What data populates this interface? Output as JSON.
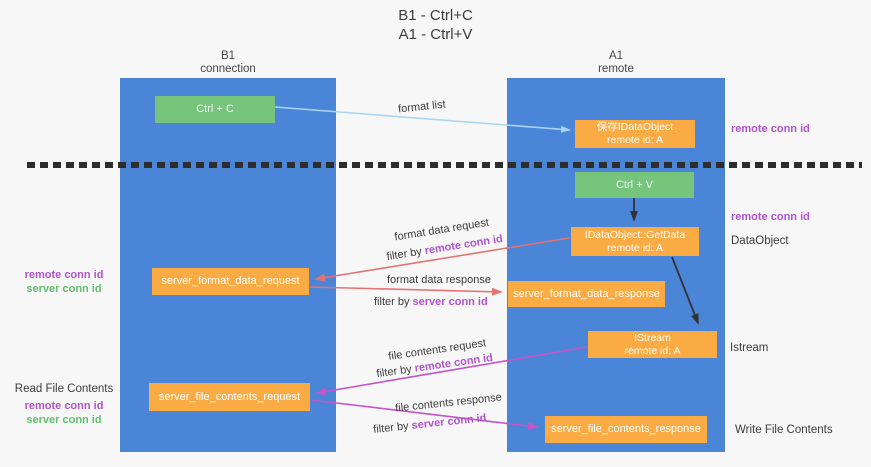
{
  "colors": {
    "background": "#f7f7f8",
    "lifeline_blue": "#4b85d8",
    "node_orange": "#faab44",
    "node_green": "#77c47d",
    "arrow_blue": "#a9d5f2",
    "arrow_red": "#e57272",
    "arrow_magenta": "#c653c8",
    "arrow_black": "#333333",
    "dash_black": "#2d2d2d",
    "text_purple": "#b054cc",
    "text_green": "#62bd6e",
    "text_dark": "#3c3c3c"
  },
  "title": {
    "line1": "B1 - Ctrl+C",
    "line2": "A1 - Ctrl+V"
  },
  "lifelines": {
    "left": {
      "name": "B1",
      "subtitle": "connection"
    },
    "right": {
      "name": "A1",
      "subtitle": "remote"
    }
  },
  "nodes": {
    "ctrl_c": {
      "label": "Ctrl + C"
    },
    "save_idataobject": {
      "line1": "保存IDataObject",
      "line2": "remote id: A"
    },
    "ctrl_v": {
      "label": "Ctrl + V"
    },
    "getdata": {
      "line1": "IDataObject::GetData",
      "line2": "remote id: A"
    },
    "format_request": {
      "label": "server_format_data_request"
    },
    "format_response": {
      "label": "server_format_data_response"
    },
    "istream": {
      "line1": "IStream",
      "line2": "remote id: A"
    },
    "file_request": {
      "label": "server_file_contents_request"
    },
    "file_response": {
      "label": "server_file_contents_response"
    }
  },
  "arrow_labels": {
    "format_list": "format list",
    "format_data_request": "format data request",
    "format_data_response": "format data response",
    "file_contents_request": "file contents request",
    "file_contents_response": "file contents response",
    "filter_by": "filter by ",
    "remote_conn_id": "remote conn id",
    "server_conn_id": "server conn id"
  },
  "side_labels": {
    "remote_conn_id": "remote conn id",
    "server_conn_id": "server conn id",
    "dataobject": "DataObject",
    "istream": "Istream",
    "write_file_contents": "Write File Contents",
    "read_file_contents": "Read File Contents"
  }
}
